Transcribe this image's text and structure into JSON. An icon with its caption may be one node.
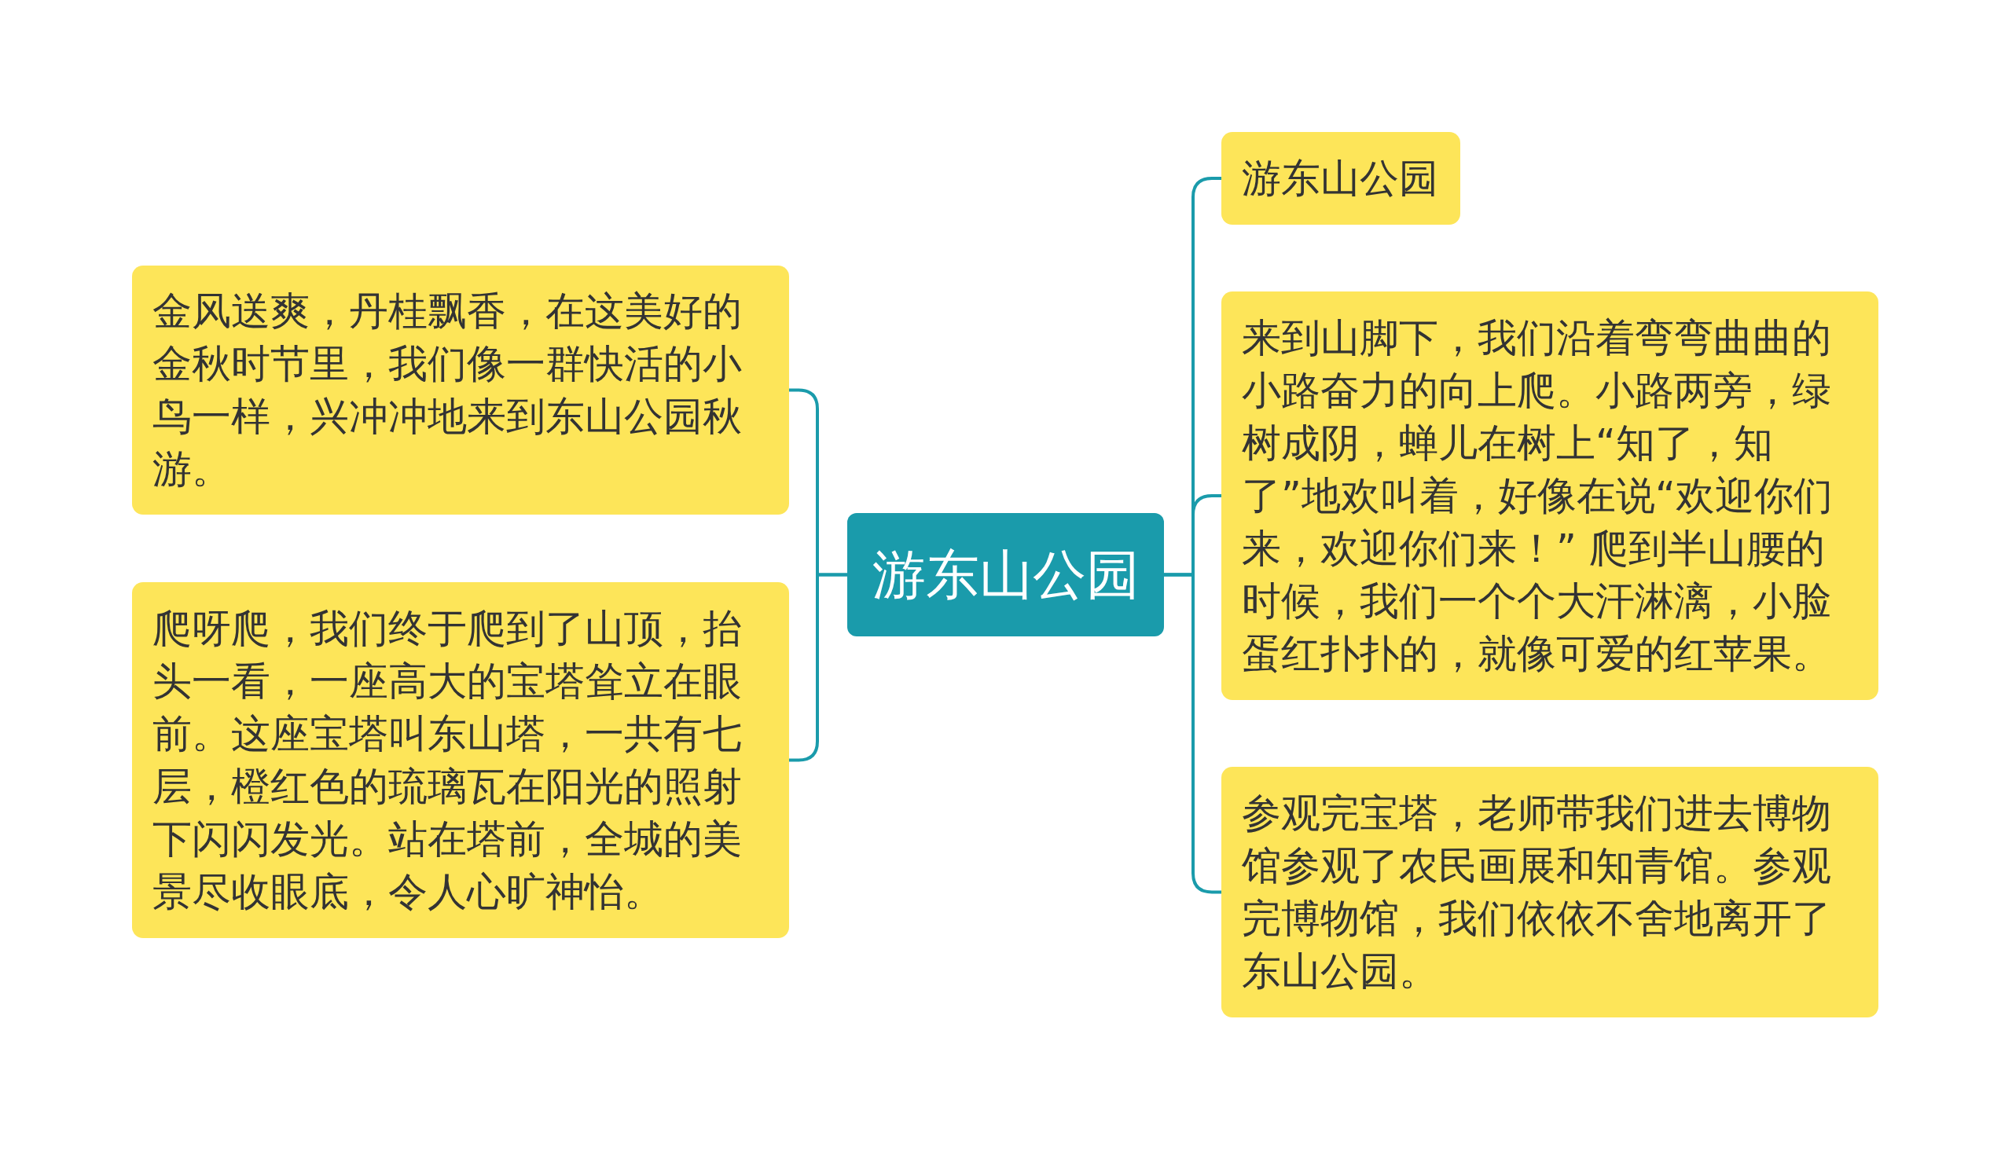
{
  "diagram": {
    "nodes": [
      {
        "text": [
          "游东山公园"
        ]
      },
      {
        "text": [
          "游东山公园"
        ]
      },
      {
        "text": [
          "来到山脚下，我们沿着弯弯曲曲的小路奋力的向上爬。小路两旁，绿树成阴，蝉儿在树上“知了，知了”地欢叫着，好像在说“欢迎你们来，欢迎你们来！” 爬到半山腰的时候，我们一个个大汗淋漓，小脸蛋红扑扑的，就像可爱的红苹果。"
        ]
      },
      {
        "text": [
          "参观完宝塔，老师带我们进去博物馆参观了农民画展和知青馆。参观完博物馆，我们依依不舍地离开了东山公园。"
        ]
      },
      {
        "text": [
          "金风送爽，丹桂飘香，在这美好的金秋时节里，我们像一群快活的小鸟一样，兴冲冲地来到东山公园秋游。"
        ]
      },
      {
        "text": [
          "爬呀爬，我们终于爬到了山顶，抬头一看，一座高大的宝塔耸立在眼前。这座宝塔叫东山塔，一共有七层，橙红色的琉璃瓦在阳光的照射下闪闪发光。站在塔前，全城的美景尽收眼底，令人心旷神怡。"
        ]
      }
    ],
    "edges": [
      {
        "from": 0,
        "to": 1,
        "arrow": "none"
      },
      {
        "from": 0,
        "to": 2,
        "arrow": "none"
      },
      {
        "from": 0,
        "to": 3,
        "arrow": "none"
      },
      {
        "from": 0,
        "to": 4,
        "arrow": "none"
      },
      {
        "from": 0,
        "to": 5,
        "arrow": "none"
      }
    ]
  }
}
